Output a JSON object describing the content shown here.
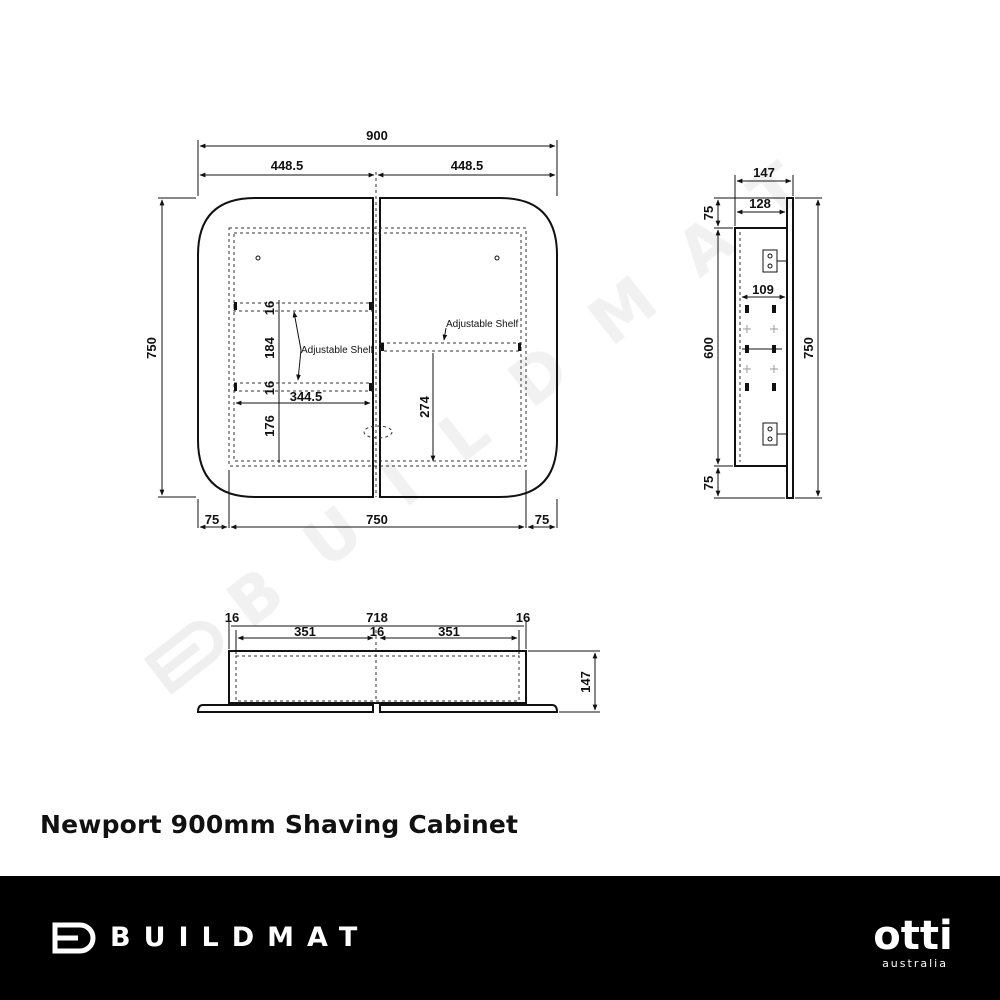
{
  "product_title": "Newport 900mm Shaving Cabinet",
  "brand": {
    "name": "BUILDMAT",
    "watermark": "BUILDMAT"
  },
  "partner_logo": {
    "line1": "otti",
    "line2": "australia"
  },
  "front_view": {
    "overall_width": "900",
    "door_left_width": "448.5",
    "door_right_width": "448.5",
    "overall_height": "750",
    "bottom_offset_left": "75",
    "bottom_inner_width": "750",
    "bottom_offset_right": "75",
    "shelf_thickness_top": "16",
    "shelf_gap": "184",
    "shelf_thickness_bottom": "16",
    "bottom_compartment": "176",
    "shelf_depth_width": "344.5",
    "right_compartment": "274",
    "adjustable_shelf_left": "Adjustable Shelf",
    "adjustable_shelf_right": "Adjustable Shelf"
  },
  "side_view": {
    "overall_depth": "147",
    "body_depth": "128",
    "top_offset": "75",
    "inner_depth": "109",
    "body_height": "600",
    "overall_height": "750",
    "bottom_offset": "75"
  },
  "top_view": {
    "side_left": "16",
    "inner_width": "718",
    "side_right": "16",
    "bay_left": "351",
    "divider": "16",
    "bay_right": "351",
    "depth": "147"
  },
  "colors": {
    "line": "#111111",
    "footer_bg": "#000000",
    "footer_text": "#ffffff",
    "watermark": "#e6e6e6"
  }
}
